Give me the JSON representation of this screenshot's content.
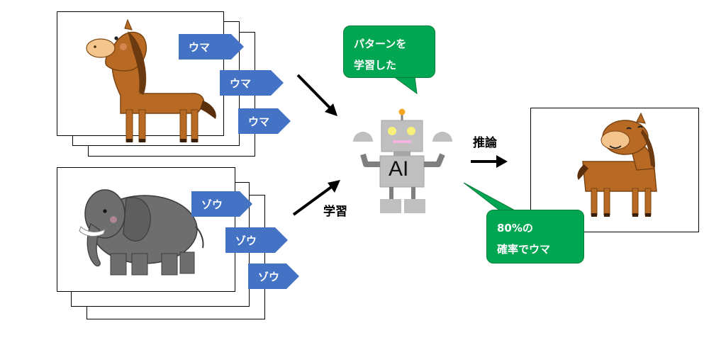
{
  "colors": {
    "tag_blue": "#4472c4",
    "bubble_green": "#00a651",
    "horse_brown": "#b86a25",
    "elephant_gray": "#6e6e6e",
    "robot_gray": "#bfbfbf"
  },
  "training": {
    "horse_group": {
      "tags": [
        "ウマ",
        "ウマ",
        "ウマ"
      ],
      "icon": "horse-icon"
    },
    "elephant_group": {
      "tags": [
        "ゾウ",
        "ゾウ",
        "ゾウ"
      ],
      "icon": "elephant-icon"
    }
  },
  "labels": {
    "learning": "学習",
    "inference": "推論"
  },
  "robot": {
    "label": "AI",
    "speech": [
      "パターンを",
      "学習した"
    ],
    "icon": "robot-icon"
  },
  "result": {
    "icon": "horse-icon",
    "speech": [
      "80%の",
      "確率でウマ"
    ]
  }
}
